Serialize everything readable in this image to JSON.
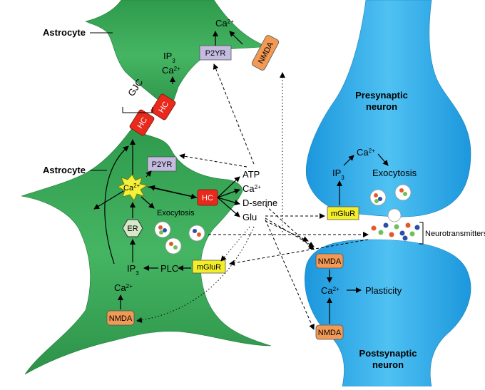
{
  "labels": {
    "astrocyte_top": "Astrocyte",
    "astrocyte_bottom": "Astrocyte",
    "presynaptic": [
      "Presynaptic",
      "neuron"
    ],
    "postsynaptic": [
      "Postsynaptic",
      "neuron"
    ],
    "gjc": "GJC",
    "neurotransmitters": "Neurotransmitters"
  },
  "top_astrocyte": {
    "ca": "Ca2+",
    "ip3": "IP3",
    "ca2": "Ca2+",
    "p2yr": "P2YR",
    "nmda": "NMDA",
    "hc1": "HC",
    "hc2": "HC"
  },
  "bottom_astrocyte": {
    "p2yr": "P2YR",
    "ca_burst": "Ca2+",
    "hc": "HC",
    "er": "ER",
    "exocytosis": "Exocytosis",
    "ip3": "IP3",
    "plc": "PLC",
    "mglur": "mGluR",
    "ca": "Ca2+",
    "nmda": "NMDA",
    "release": [
      "ATP",
      "Ca2+",
      "D-serine",
      "Glu"
    ]
  },
  "presynaptic": {
    "ca": "Ca2+",
    "ip3": "IP3",
    "exocytosis": "Exocytosis",
    "mglur": "mGluR"
  },
  "postsynaptic": {
    "nmda_top": "NMDA",
    "ca": "Ca2+",
    "plasticity": "Plasticity",
    "nmda_bottom": "NMDA"
  },
  "colors": {
    "astrocyte": "#3aa857",
    "neuron": "#2aa8e6",
    "hc": "#e8291c",
    "p2yr": "#c4bce0",
    "nmda": "#f29a55",
    "mglur": "#f4ee2a",
    "er": "#d6e8c8",
    "burst": "#f5f03a"
  }
}
